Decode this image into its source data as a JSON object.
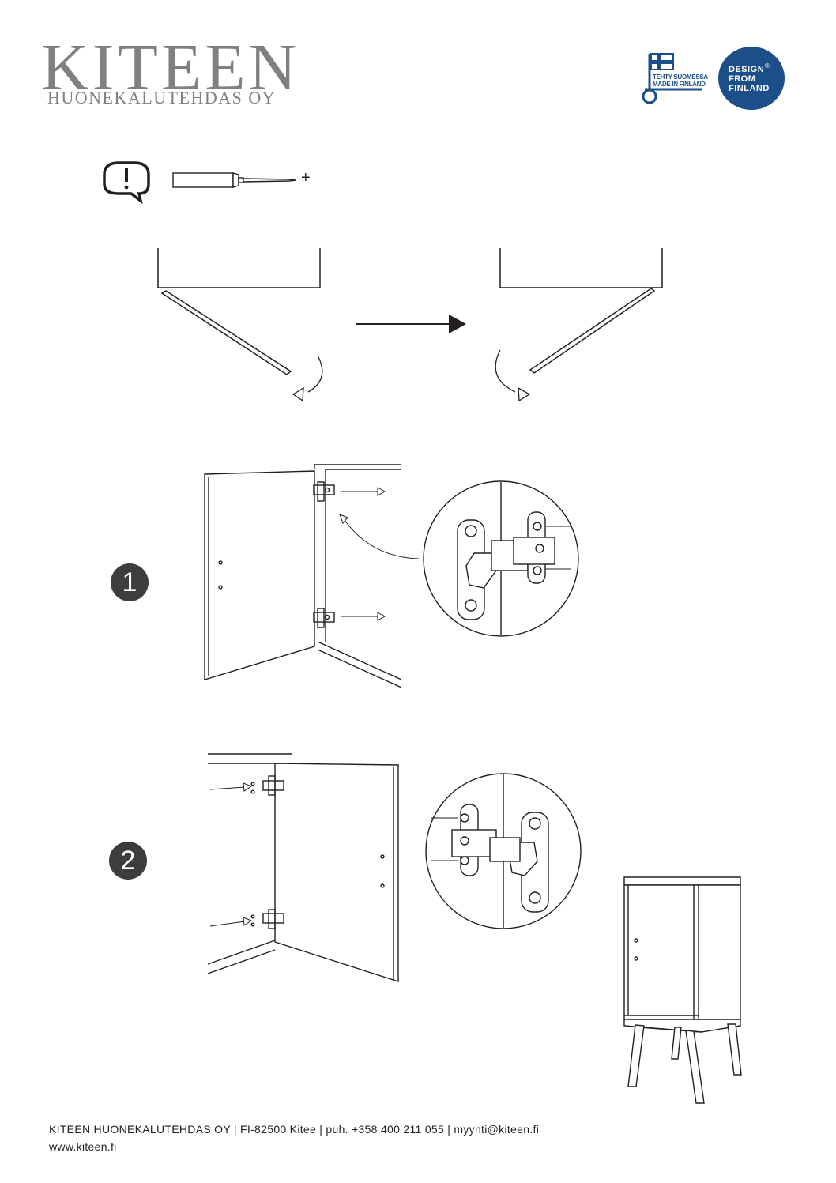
{
  "header": {
    "brand": "KITEEN",
    "brand_sub": "HUONEKALUTEHDAS OY",
    "made_in_finland_line1": "TEHTY SUOMESSA",
    "made_in_finland_line2": "MADE IN FINLAND",
    "design_badge": [
      "DESIGN",
      "FROM",
      "FINLAND"
    ],
    "design_badge_mark": "®",
    "badge_color": "#1c4f8a"
  },
  "tools": {
    "warning_icon": "exclamation-speech-icon",
    "screwdriver_icon": "phillips-screwdriver-icon",
    "screw_type": "+"
  },
  "steps": [
    {
      "number": "1"
    },
    {
      "number": "2"
    }
  ],
  "footer": {
    "contact": "KITEEN HUONEKALUTEHDAS OY | FI-82500 Kitee | puh. +358 400 211 055 | myynti@kiteen.fi",
    "website": "www.kiteen.fi"
  }
}
